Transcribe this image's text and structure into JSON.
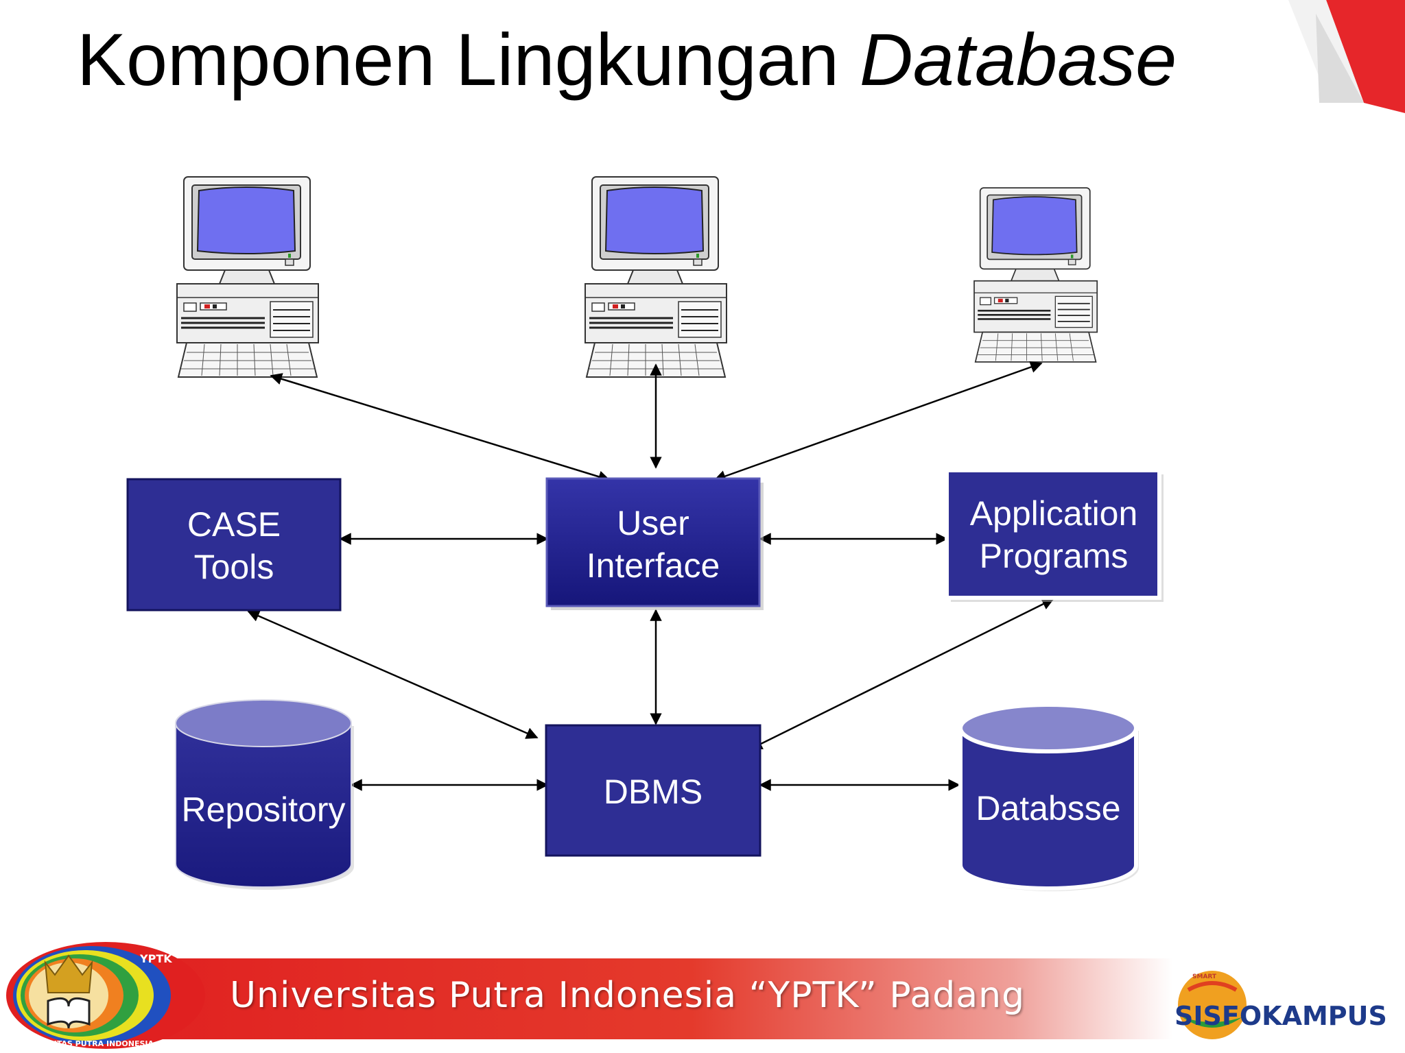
{
  "slide": {
    "title_main": "Komponen Lingkungan ",
    "title_italic": "Database"
  },
  "diagram": {
    "nodes": {
      "case_tools": [
        "CASE",
        "Tools"
      ],
      "user_interface": [
        "User",
        "Interface"
      ],
      "application_programs": [
        "Application",
        "Programs"
      ],
      "dbms": "DBMS",
      "repository": "Repository",
      "database": "Databsse"
    },
    "colors": {
      "box_fill": "#2e2e94",
      "box_fill_dark": "#1c1c80",
      "cylinder_top": "#7c7cc8",
      "screen": "#6f6ff0",
      "arrow": "#000000"
    }
  },
  "footer": {
    "university": "Universitas Putra Indonesia “YPTK” Padang",
    "logo_ring_text": "YPTK",
    "logo_ring_text_bottom": "UNIVERSITAS PUTRA INDONESIA",
    "partner_logo": "SISFOKAMPUS",
    "partner_logo_small": "SMART"
  }
}
